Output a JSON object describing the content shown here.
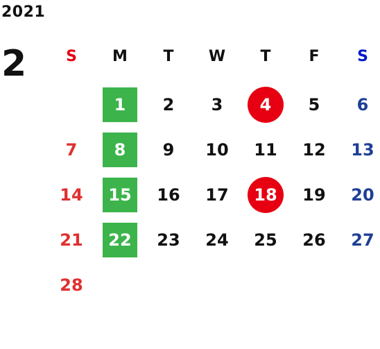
{
  "calendar": {
    "year": "2021",
    "month": "2",
    "weekdays": [
      "S",
      "M",
      "T",
      "W",
      "T",
      "F",
      "S"
    ],
    "weekday_colors": [
      "#e60012",
      "#111111",
      "#111111",
      "#111111",
      "#111111",
      "#111111",
      "#0019c8"
    ],
    "colors": {
      "sunday": "#e03030",
      "saturday": "#1e3f96",
      "weekday": "#111111",
      "green_highlight": "#3cb44b",
      "red_highlight": "#e60012",
      "highlight_text": "#ffffff"
    },
    "weeks": [
      [
        {
          "day": ""
        },
        {
          "day": "1",
          "highlight": "green"
        },
        {
          "day": "2"
        },
        {
          "day": "3"
        },
        {
          "day": "4",
          "highlight": "red"
        },
        {
          "day": "5"
        },
        {
          "day": "6"
        }
      ],
      [
        {
          "day": "7"
        },
        {
          "day": "8",
          "highlight": "green"
        },
        {
          "day": "9"
        },
        {
          "day": "10"
        },
        {
          "day": "11"
        },
        {
          "day": "12"
        },
        {
          "day": "13"
        }
      ],
      [
        {
          "day": "14"
        },
        {
          "day": "15",
          "highlight": "green"
        },
        {
          "day": "16"
        },
        {
          "day": "17"
        },
        {
          "day": "18",
          "highlight": "red"
        },
        {
          "day": "19"
        },
        {
          "day": "20"
        }
      ],
      [
        {
          "day": "21"
        },
        {
          "day": "22",
          "highlight": "green"
        },
        {
          "day": "23"
        },
        {
          "day": "24"
        },
        {
          "day": "25"
        },
        {
          "day": "26"
        },
        {
          "day": "27"
        }
      ],
      [
        {
          "day": "28"
        },
        {
          "day": ""
        },
        {
          "day": ""
        },
        {
          "day": ""
        },
        {
          "day": ""
        },
        {
          "day": ""
        },
        {
          "day": ""
        }
      ]
    ]
  }
}
